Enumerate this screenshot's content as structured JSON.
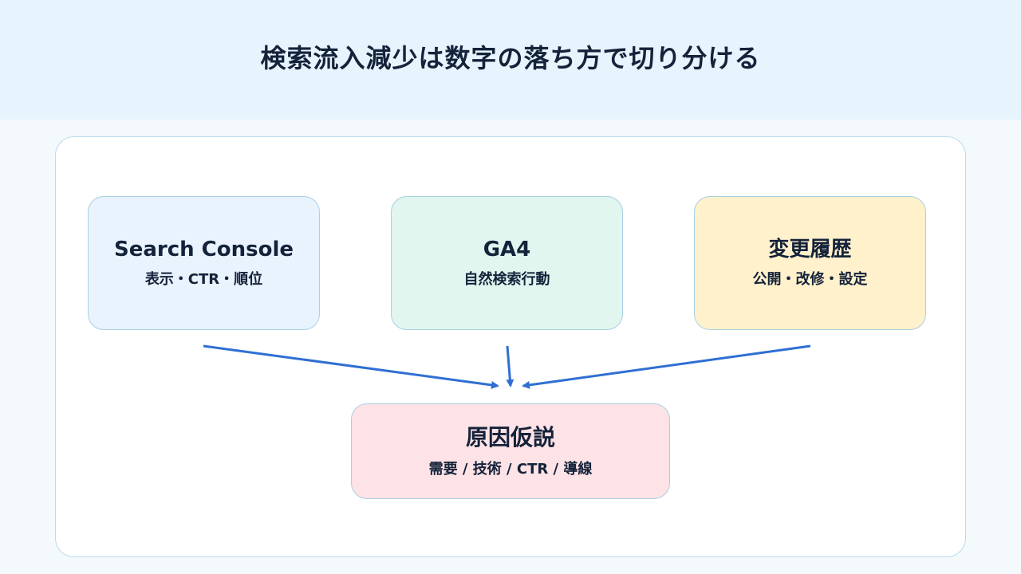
{
  "header": {
    "title": "検索流入減少は数字の落ち方で切り分ける"
  },
  "sources": [
    {
      "title": "Search Console",
      "subtitle": "表示・CTR・順位"
    },
    {
      "title": "GA4",
      "subtitle": "自然検索行動"
    },
    {
      "title": "変更履歴",
      "subtitle": "公開・改修・設定"
    }
  ],
  "result": {
    "title": "原因仮説",
    "subtitle": "需要 / 技術 / CTR / 導線"
  },
  "colors": {
    "arrow": "#2f6fd3",
    "search_console_bg": "#e8f3fd",
    "ga4_bg": "#e0f6ef",
    "change_history_bg": "#fff1cc",
    "hypothesis_bg": "#fde2e6"
  }
}
